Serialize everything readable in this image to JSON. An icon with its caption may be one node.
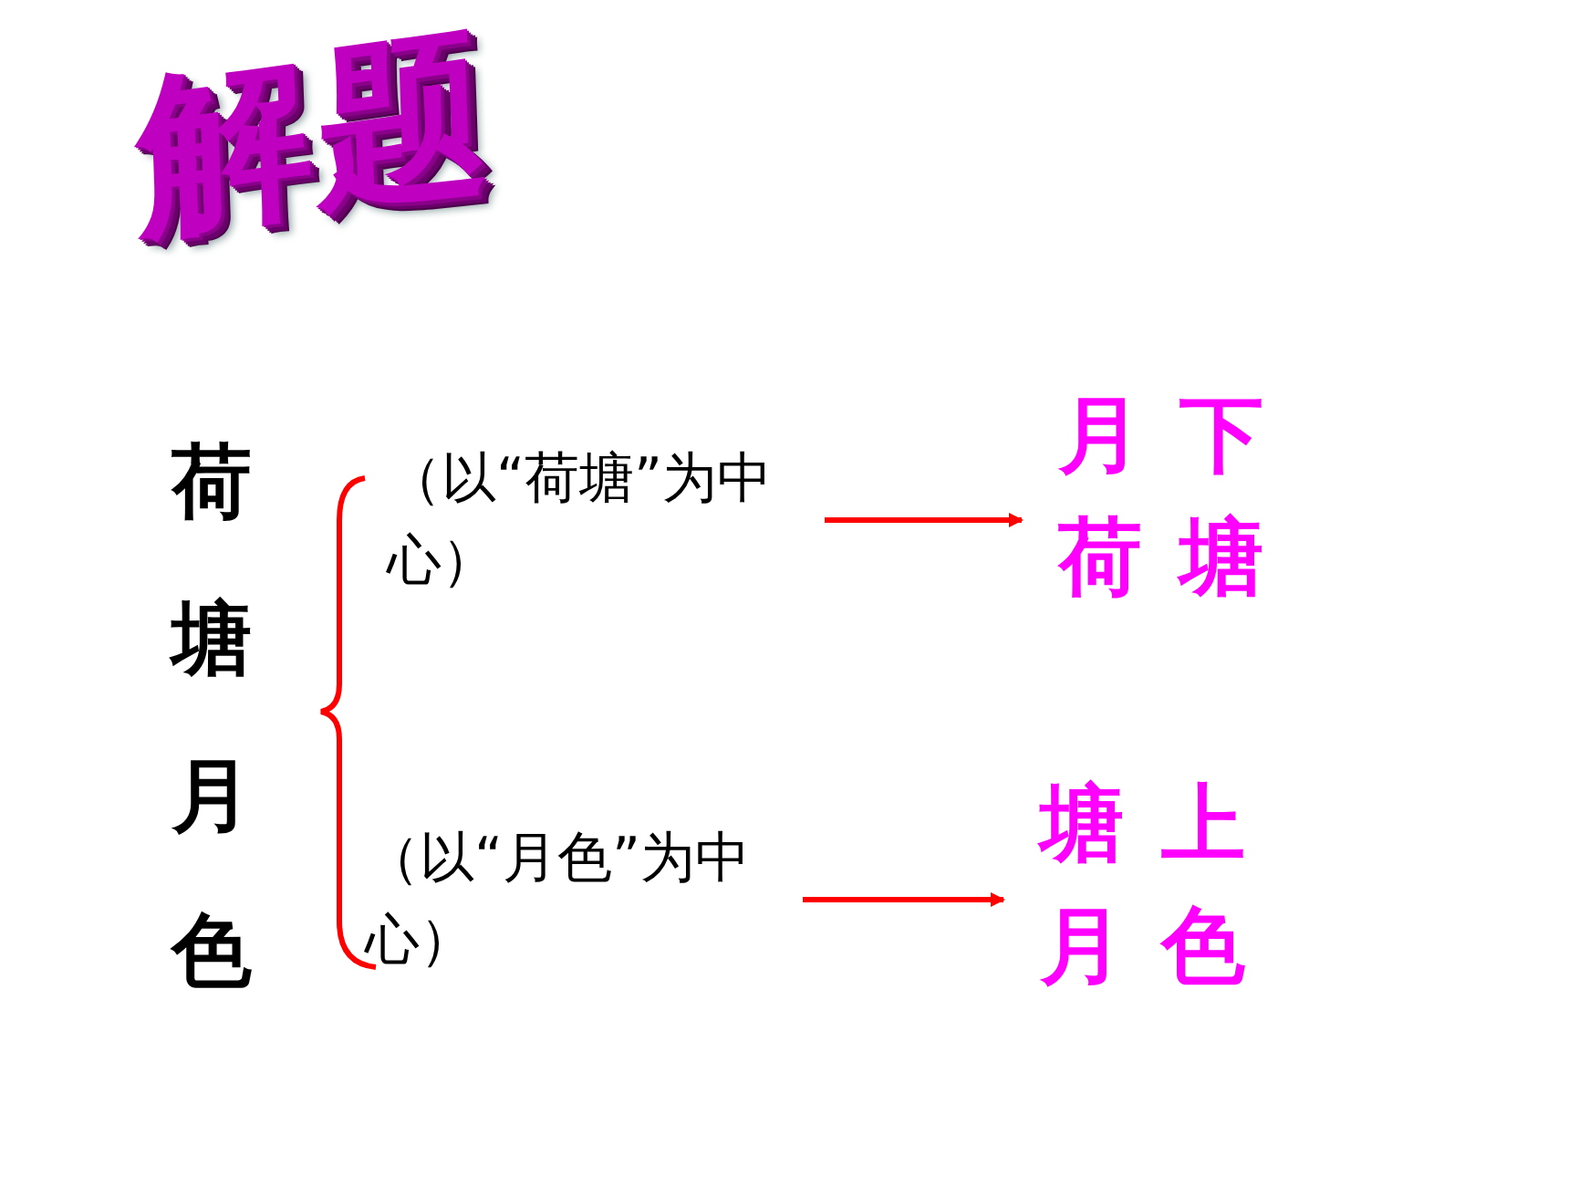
{
  "diagram": {
    "title": "解题",
    "nodes": [
      {
        "text": [
          "荷塘月色"
        ]
      },
      {
        "text": [
          "（以“荷塘”为中心）"
        ]
      },
      {
        "text": [
          "（以“月色”为中心）"
        ]
      },
      {
        "text": [
          "月下荷塘"
        ]
      },
      {
        "text": [
          "塘上月色"
        ]
      }
    ],
    "edges": [
      {
        "from": 1,
        "to": 3,
        "arrow": "to"
      },
      {
        "from": 2,
        "to": 4,
        "arrow": "to"
      }
    ]
  }
}
